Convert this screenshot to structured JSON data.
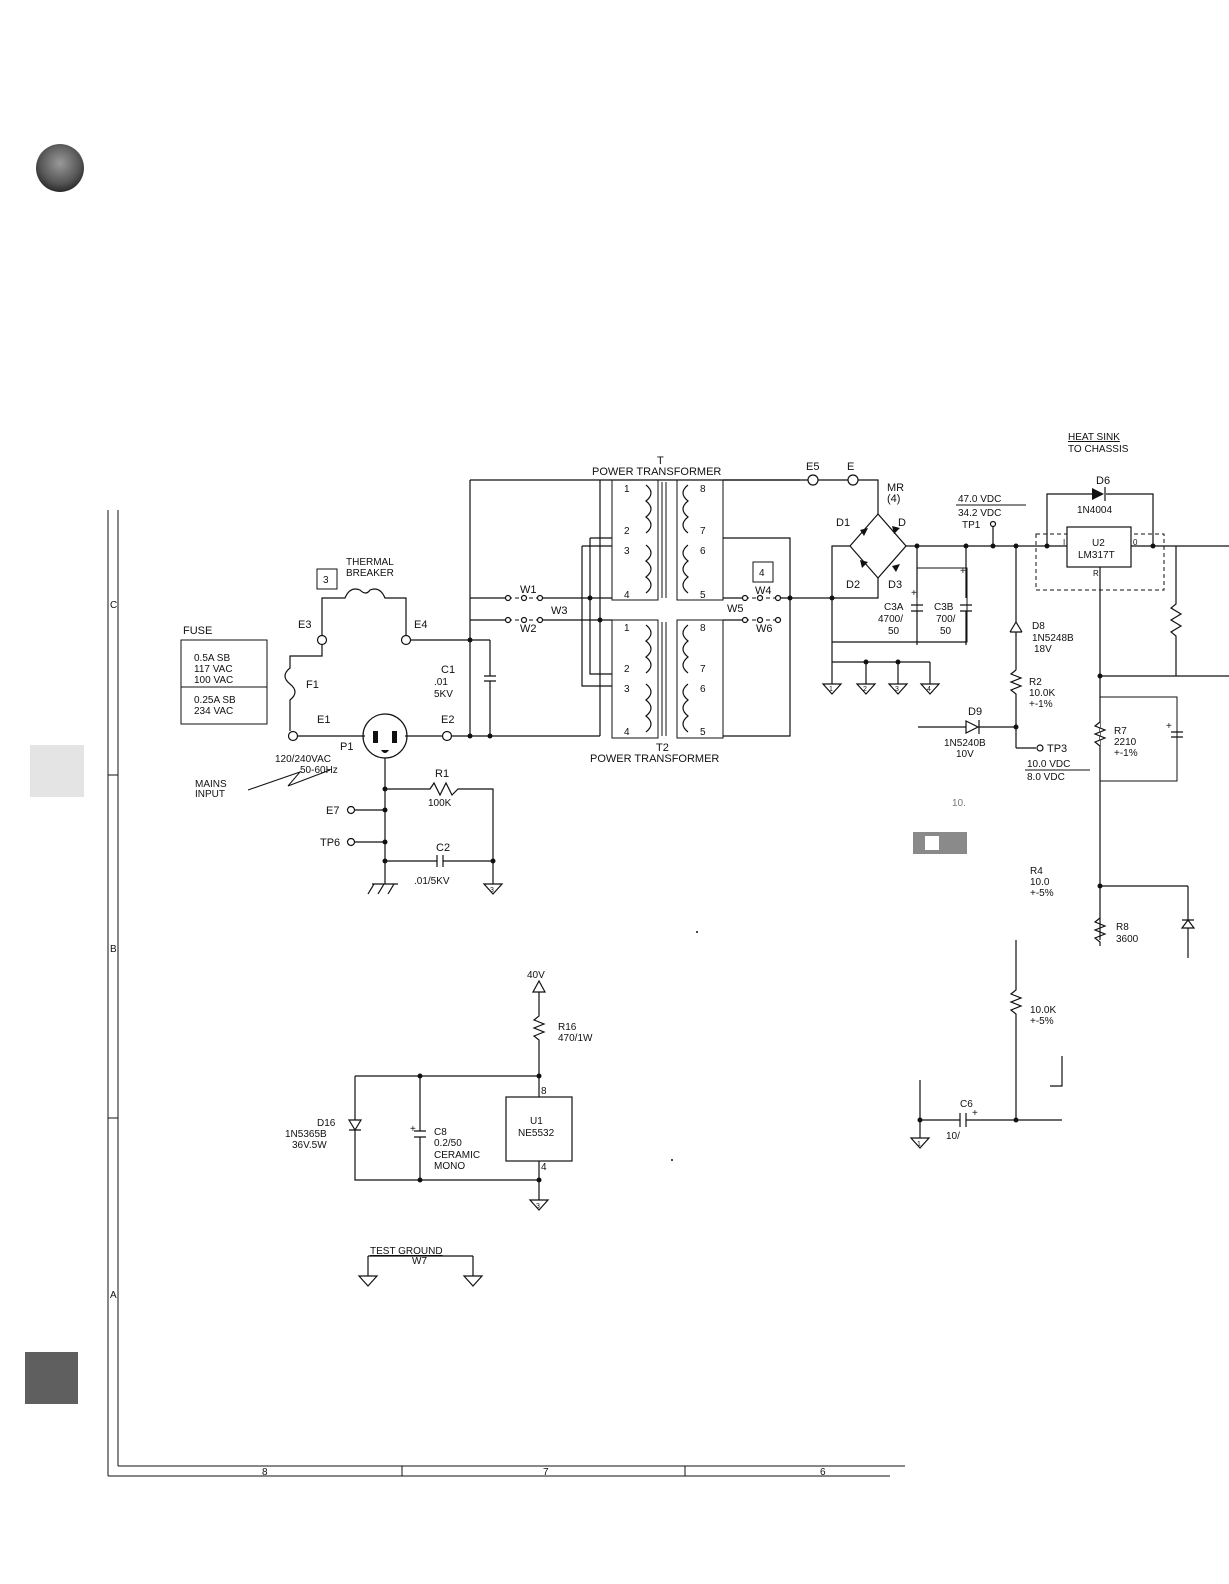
{
  "power_transformers": {
    "t1_label": "T",
    "t1_title": "POWER  TRANSFORMER",
    "t2_label": "T2",
    "t2_title": "POWER  TRANSFORMER",
    "pins_left": [
      "1",
      "2",
      "3",
      "4"
    ],
    "pins_right": [
      "8",
      "7",
      "6",
      "5"
    ]
  },
  "fuse_table": {
    "title": "FUSE",
    "rows": [
      [
        "0.5A  SB",
        "117  VAC",
        "100  VAC"
      ],
      [
        "0.25A  SB",
        "234  VAC"
      ]
    ]
  },
  "breaker": {
    "label": "THERMAL BREAKER",
    "line1": "THERMAL",
    "line2": "BREAKER",
    "tag": "3"
  },
  "terminals": {
    "e1": "E1",
    "e2": "E2",
    "e3": "E3",
    "e4": "E4",
    "e5": "E5",
    "e6": "E",
    "e7": "E7",
    "tp6": "TP6",
    "tp3": "TP3"
  },
  "mains": {
    "ref": "P1",
    "spec": "120/240VAC",
    "freq": "50-60Hz",
    "input1": "MAINS",
    "input2": "INPUT"
  },
  "components": {
    "f1": "F1",
    "c1": {
      "ref": "C1",
      "v1": ".01",
      "v2": "5KV"
    },
    "r1": {
      "ref": "R1",
      "val": "100K"
    },
    "c2": {
      "ref": "C2",
      "val": ".01/5KV"
    },
    "w1": "W1",
    "w2": "W2",
    "w3": "W3",
    "w4": "W4",
    "w5": "W5",
    "w6": "W6",
    "tag4": "4",
    "mr": {
      "ref": "MR",
      "qty": "(4)"
    },
    "d1": "D1",
    "d2": "D2",
    "d3": "D3",
    "d4": "D",
    "rail": {
      "v1": "47.0  VDC",
      "v2": "34.2  VDC",
      "tp": "TP1"
    },
    "c3a": {
      "ref": "C3A",
      "v1": "4700/",
      "v2": "50"
    },
    "c3b": {
      "ref": "C3B",
      "v1": "700/",
      "v2": "50"
    },
    "d6": {
      "ref": "D6",
      "part": "1N4004"
    },
    "u2": {
      "ref": "U2",
      "part": "LM317T",
      "pin_in": "I",
      "pin_out": "0",
      "pin_adj": "R"
    },
    "heatsink": {
      "line1": "HEAT  SINK",
      "line2": "TO  CHASSIS"
    },
    "d8": {
      "ref": "D8",
      "part": "1N5248B",
      "volt": "18V"
    },
    "r2": {
      "ref": "R2",
      "val": "10.0K",
      "tol": "+-1%"
    },
    "d9": {
      "ref": "D9",
      "part": "1N5240B",
      "volt": "10V"
    },
    "tp3v": {
      "v1": "10.0  VDC",
      "v2": "8.0  VDC"
    },
    "r7": {
      "ref": "R7",
      "val": "2210",
      "tol": "+-1%"
    },
    "r4": {
      "ref": "R4",
      "val": "10.0",
      "tol": "+-5%"
    },
    "r8": {
      "ref": "R8",
      "val": "3600"
    },
    "r5": {
      "val": "10.0K",
      "tol": "+-5%"
    },
    "c6": {
      "ref": "C6",
      "val": "10/"
    },
    "r16": {
      "ref": "R16",
      "val": "470/1W"
    },
    "v40": "40V",
    "d16": {
      "ref": "D16",
      "part": "1N5365B",
      "volt": "36V.5W"
    },
    "c8": {
      "ref": "C8",
      "v1": "0.2/50",
      "v2": "CERAMIC",
      "v3": "MONO"
    },
    "u1": {
      "ref": "U1",
      "part": "NE5532",
      "pin8": "8",
      "pin4": "4"
    },
    "test_ground": {
      "label": "TEST  GROUND",
      "ref": "W7"
    },
    "gnd_tags": [
      "1",
      "2",
      "3",
      "4",
      "3",
      "3",
      "1"
    ]
  },
  "frame": {
    "row_labels": [
      "C",
      "B",
      "A"
    ],
    "col_labels": [
      "8",
      "7",
      "6"
    ]
  },
  "colors": {
    "ink": "#111111",
    "paper": "#ffffff",
    "marker_gray": "#5f5f5f",
    "marker_light": "#e4e4e4"
  }
}
